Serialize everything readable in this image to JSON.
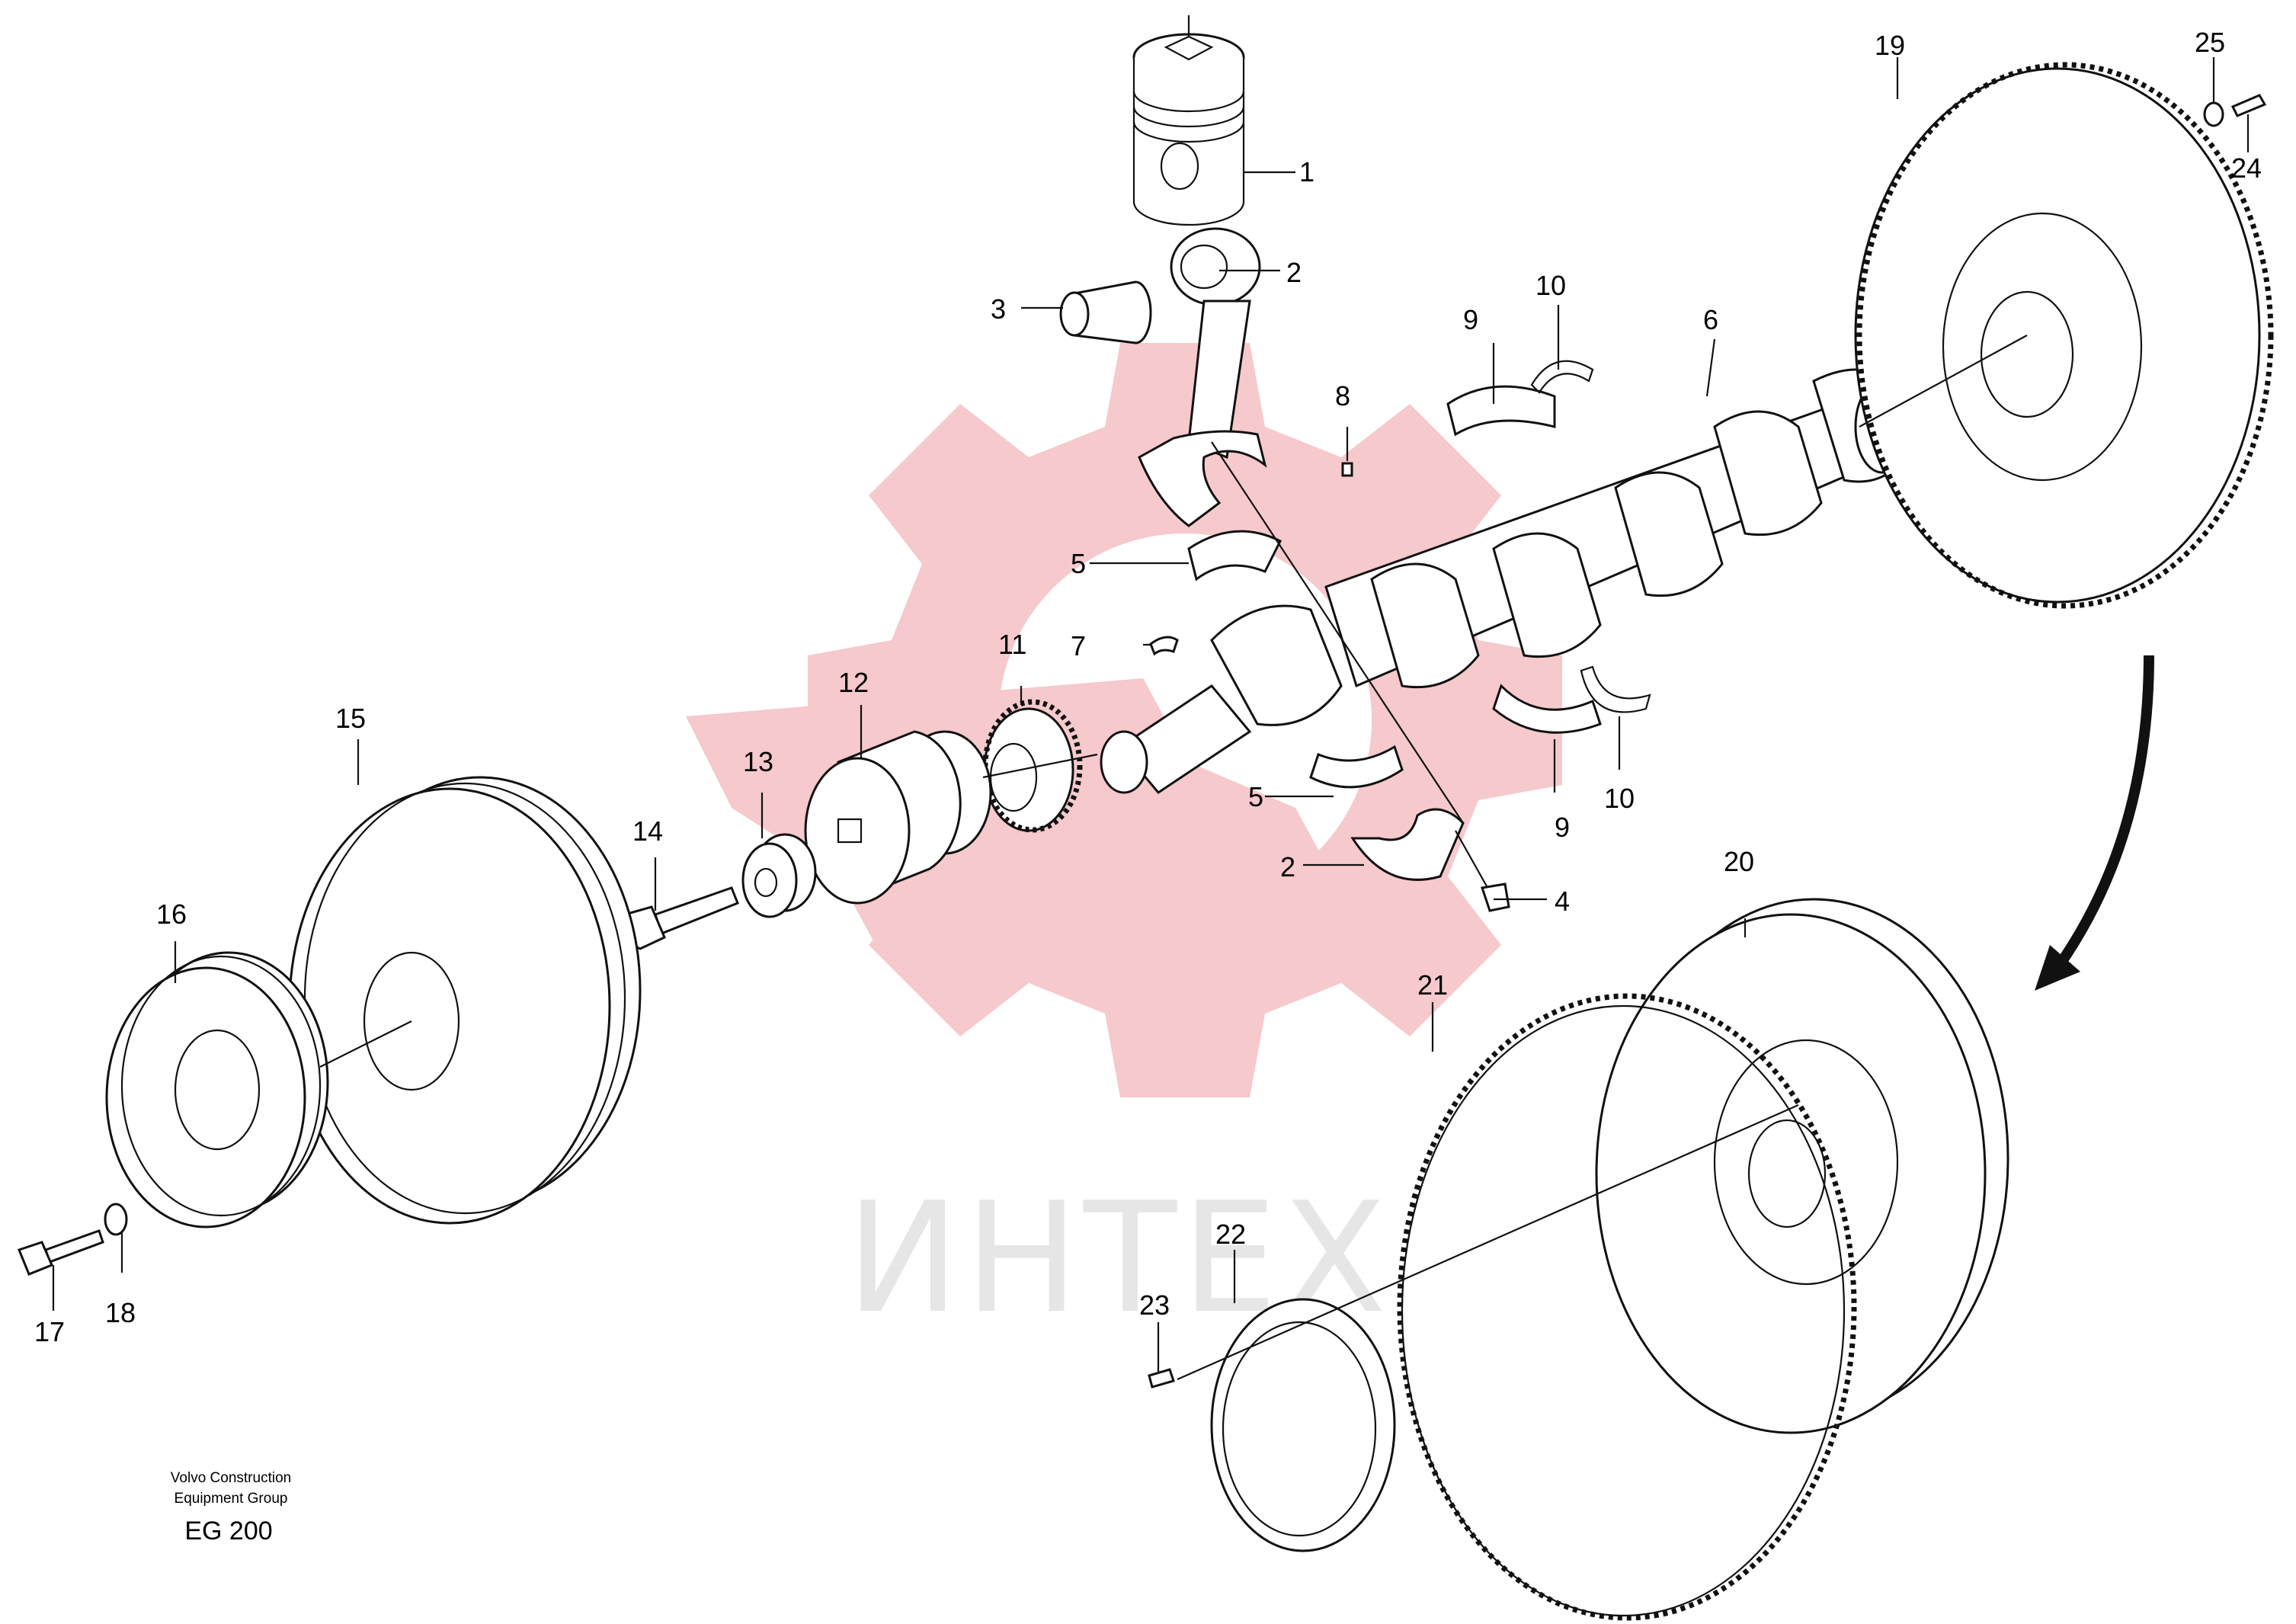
{
  "watermark": {
    "text": "ИНТЕХ",
    "gear_color": "#f6c9cc",
    "text_color": "#e6e6e6"
  },
  "callouts": [
    {
      "id": "1",
      "name": "piston"
    },
    {
      "id": "2",
      "name": "connecting-rod"
    },
    {
      "id": "2",
      "name": "connecting-rod-cap"
    },
    {
      "id": "3",
      "name": "piston-pin"
    },
    {
      "id": "4",
      "name": "rod-bolt"
    },
    {
      "id": "5",
      "name": "rod-bearing-upper"
    },
    {
      "id": "5",
      "name": "rod-bearing-lower"
    },
    {
      "id": "6",
      "name": "crankshaft"
    },
    {
      "id": "7",
      "name": "key"
    },
    {
      "id": "8",
      "name": "plug"
    },
    {
      "id": "9",
      "name": "main-bearing-upper"
    },
    {
      "id": "9",
      "name": "main-bearing-lower"
    },
    {
      "id": "10",
      "name": "thrust-washer-upper"
    },
    {
      "id": "10",
      "name": "thrust-washer-lower"
    },
    {
      "id": "11",
      "name": "crankshaft-gear"
    },
    {
      "id": "12",
      "name": "hub"
    },
    {
      "id": "13",
      "name": "washer"
    },
    {
      "id": "14",
      "name": "hub-bolt"
    },
    {
      "id": "15",
      "name": "vibration-damper"
    },
    {
      "id": "16",
      "name": "pulley"
    },
    {
      "id": "17",
      "name": "pulley-bolt"
    },
    {
      "id": "18",
      "name": "pulley-washer"
    },
    {
      "id": "19",
      "name": "flywheel-assembly"
    },
    {
      "id": "20",
      "name": "flywheel"
    },
    {
      "id": "21",
      "name": "ring-gear"
    },
    {
      "id": "22",
      "name": "seal-ring"
    },
    {
      "id": "23",
      "name": "seal-screw"
    },
    {
      "id": "24",
      "name": "flywheel-bolt"
    },
    {
      "id": "25",
      "name": "flywheel-washer"
    }
  ],
  "caption": {
    "line1": "Volvo Construction",
    "line2": "Equipment Group",
    "code": "EG 200"
  }
}
